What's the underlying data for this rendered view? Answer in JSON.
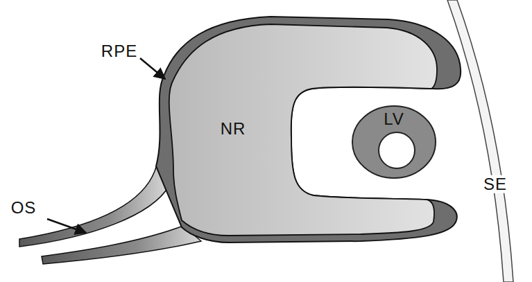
{
  "diagram": {
    "labels": [
      "RPE",
      "NR",
      "LV",
      "OS",
      "SE"
    ]
  }
}
